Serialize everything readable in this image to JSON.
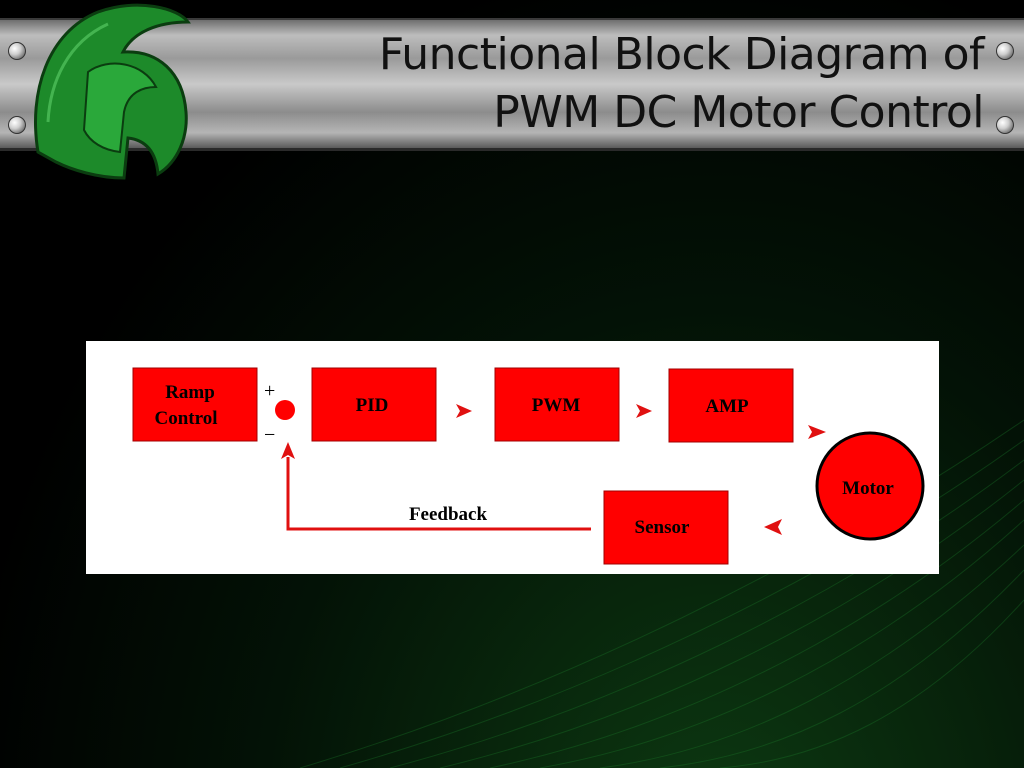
{
  "slide": {
    "title_line1": "Functional Block Diagram of",
    "title_line2": "PWM DC Motor Control"
  },
  "logo": {
    "icon": "spartan-helmet-icon",
    "color": "#1f8a2a"
  },
  "diagram": {
    "blocks": {
      "ramp_line1": "Ramp",
      "ramp_line2": "Control",
      "pid": "PID",
      "pwm": "PWM",
      "amp": "AMP",
      "motor": "Motor",
      "sensor": "Sensor"
    },
    "summing_plus": "+",
    "summing_minus": "−",
    "feedback_label": "Feedback",
    "block_color": "#ff0000",
    "arrow_color": "#e01010"
  }
}
